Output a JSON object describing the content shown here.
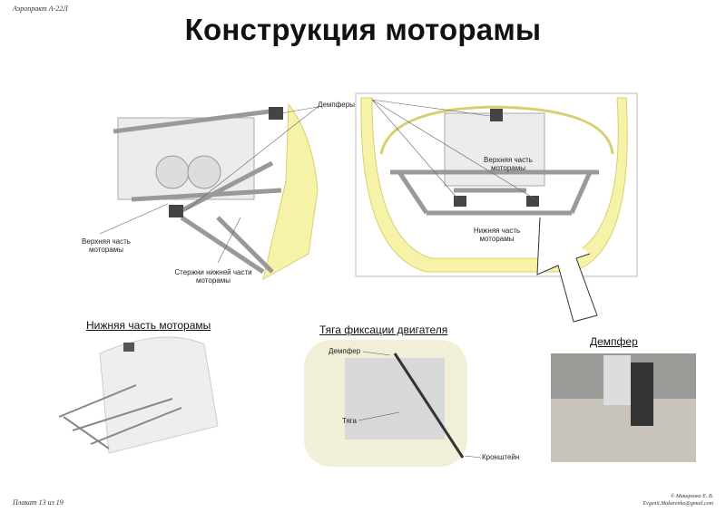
{
  "header": {
    "project": "Аэропракт А-22Л",
    "title": "Конструкция моторамы"
  },
  "side_view": {
    "labels": {
      "dampers": "Демпферы",
      "upper": "Верхняя часть\nмоторамы",
      "rods": "Стержни нижней части\nмоторамы"
    }
  },
  "front_view": {
    "labels": {
      "upper": "Верхняя часть\nмоторамы",
      "lower": "Нижняя часть\nмоторамы"
    }
  },
  "photos": [
    {
      "title": "Нижняя часть моторамы"
    },
    {
      "title": "Тяга фиксации двигателя",
      "labels": {
        "damper": "Демпфер",
        "rod": "Тяга",
        "bracket": "Кронштейн"
      }
    },
    {
      "title": "Демпфер"
    }
  ],
  "footer": {
    "poster": "Плакат 13 из 19",
    "author": "© Макаренко Е. В.",
    "email": "Evgenii.Makarenko@gmail.com"
  },
  "colors": {
    "cowl": "#f6f2a8",
    "frame": "#9a9a9a"
  }
}
